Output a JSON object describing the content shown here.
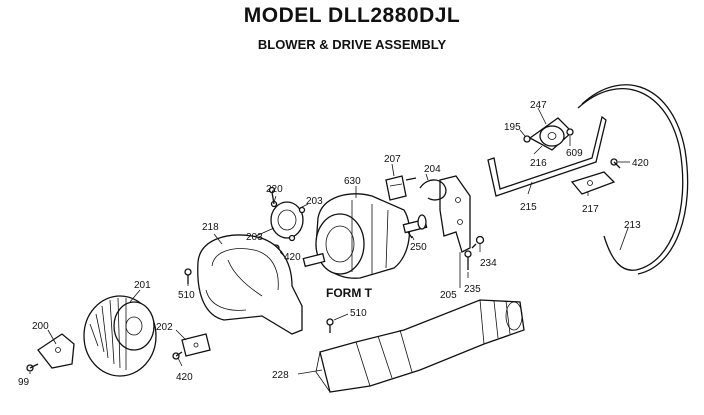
{
  "header": {
    "title": "MODEL DLL2880DJL",
    "subtitle": "BLOWER & DRIVE ASSEMBLY"
  },
  "callouts": {
    "form": "FORM T",
    "p99": "99",
    "p195": "195",
    "p200": "200",
    "p201": "201",
    "p202": "202",
    "p203a": "203",
    "p203b": "203",
    "p204": "204",
    "p205": "205",
    "p207": "207",
    "p213": "213",
    "p215": "215",
    "p216": "216",
    "p217": "217",
    "p218": "218",
    "p220": "220",
    "p228": "228",
    "p234": "234",
    "p235": "235",
    "p247": "247",
    "p250": "250",
    "p420a": "420",
    "p420b": "420",
    "p420c": "420",
    "p510a": "510",
    "p510b": "510",
    "p609": "609",
    "p630": "630"
  }
}
